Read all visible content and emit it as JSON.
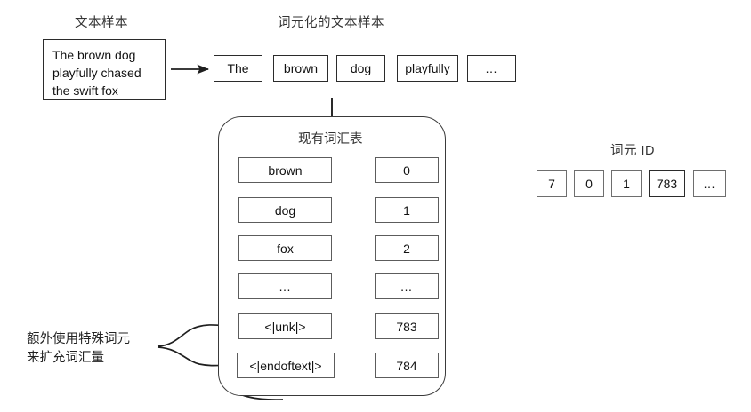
{
  "diagram": {
    "title_text_sample": "文本样本",
    "title_tokenized": "词元化的文本样本",
    "title_token_ids": "词元 ID",
    "vocab_title": "现有词汇表",
    "special_note_line1": "额外使用特殊词元",
    "special_note_line2": "来扩充词汇量",
    "sample_text_line1": "The brown dog",
    "sample_text_line2": "playfully chased",
    "sample_text_line3": "the swift fox",
    "tokens": [
      {
        "label": "The"
      },
      {
        "label": "brown"
      },
      {
        "label": "dog"
      },
      {
        "label": "playfully"
      },
      {
        "label": "…"
      }
    ],
    "vocab_rows": [
      {
        "word": "brown",
        "id": "0"
      },
      {
        "word": "dog",
        "id": "1"
      },
      {
        "word": "fox",
        "id": "2"
      },
      {
        "word": "…",
        "id": "…"
      },
      {
        "word": "<|unk|>",
        "id": "783"
      },
      {
        "word": "<|endoftext|>",
        "id": "784"
      }
    ],
    "token_ids": [
      {
        "label": "7"
      },
      {
        "label": "0"
      },
      {
        "label": "1"
      },
      {
        "label": "783"
      },
      {
        "label": "…"
      }
    ],
    "colors": {
      "stroke": "#2b2b2b",
      "stroke_light": "#5c5c5c",
      "background": "#ffffff",
      "text": "#111111"
    }
  }
}
